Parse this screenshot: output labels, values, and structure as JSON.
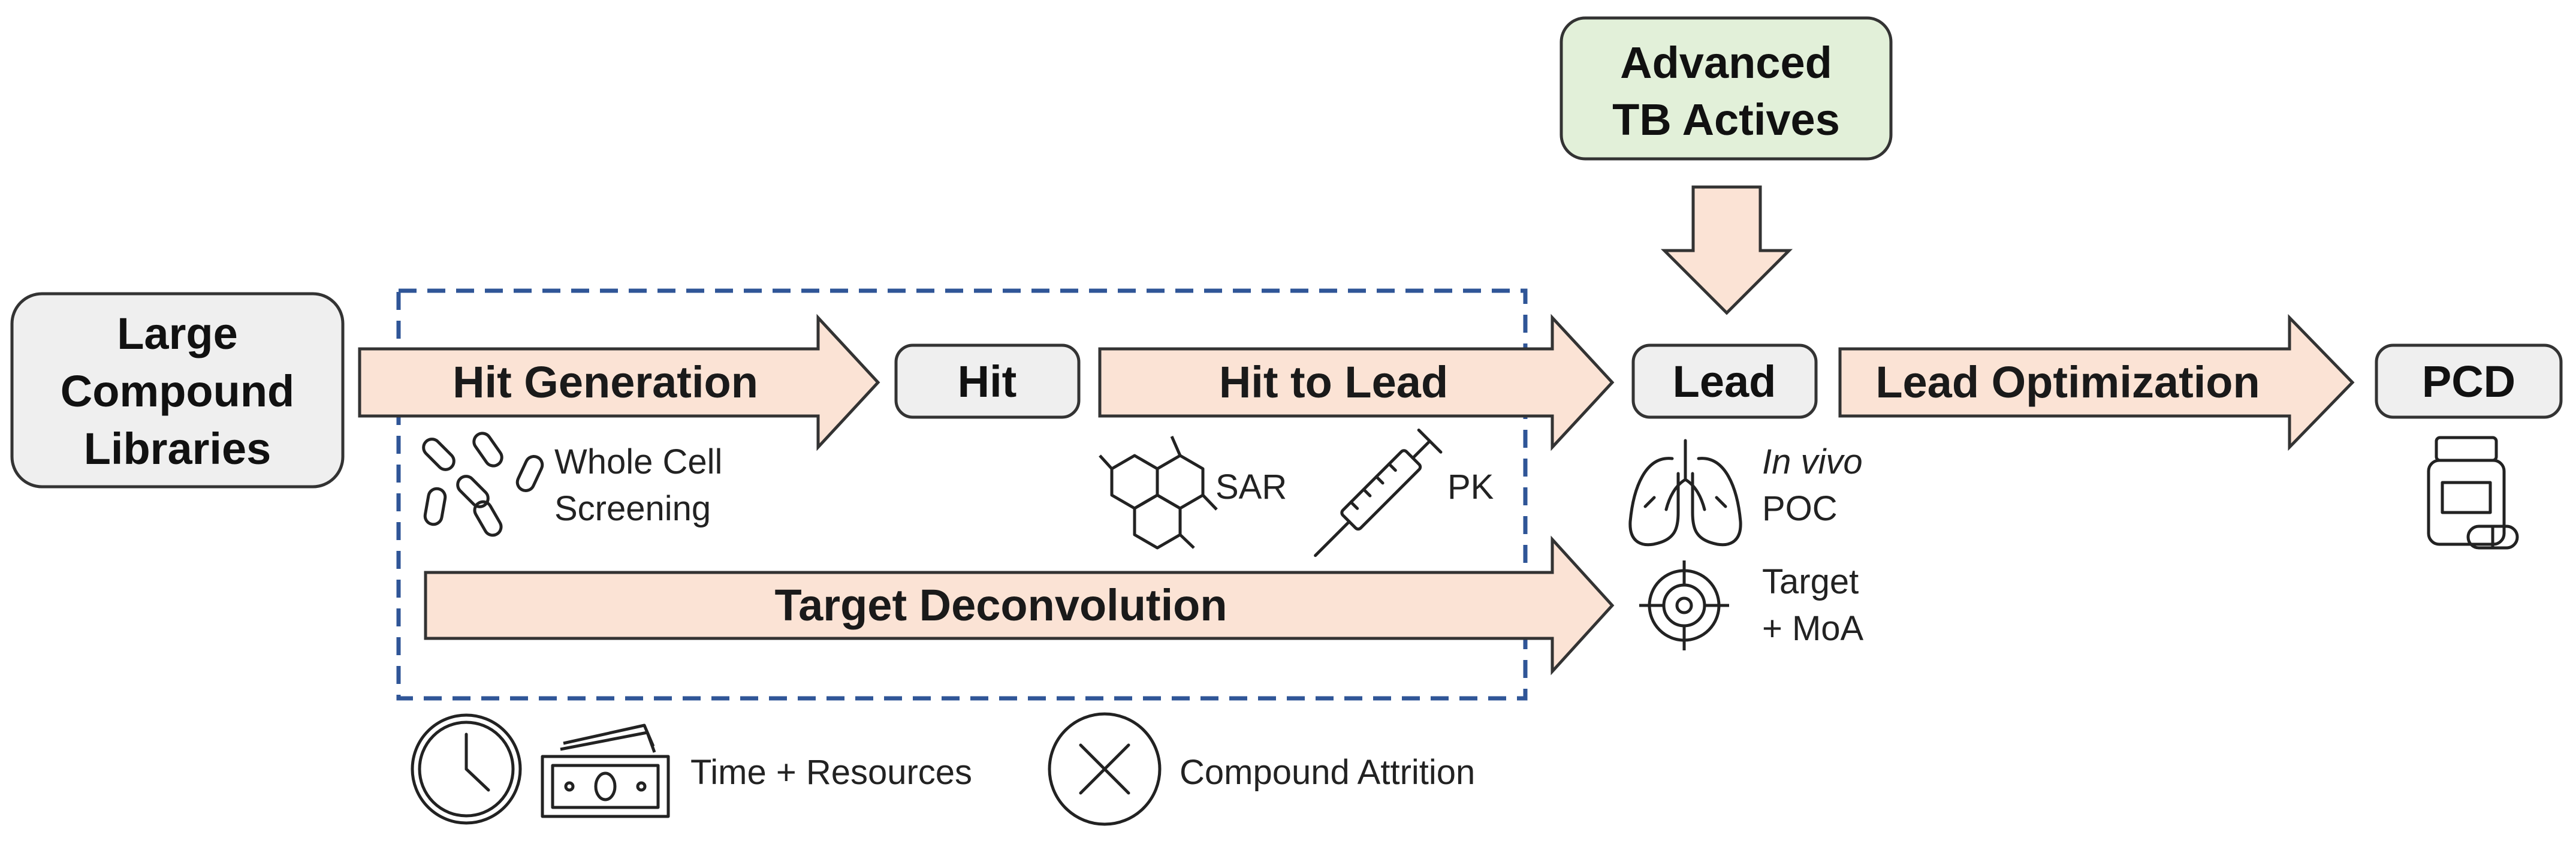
{
  "boxes": {
    "libraries": [
      "Large",
      "Compound",
      "Libraries"
    ],
    "hit": "Hit",
    "lead": "Lead",
    "pcd": "PCD",
    "advanced": [
      "Advanced",
      "TB Actives"
    ]
  },
  "arrows": {
    "hit_generation": "Hit Generation",
    "hit_to_lead": "Hit to Lead",
    "lead_optimization": "Lead Optimization",
    "target_deconvolution": "Target Deconvolution"
  },
  "annotations": {
    "whole_cell": [
      "Whole Cell",
      "Screening"
    ],
    "sar": "SAR",
    "pk": "PK",
    "in_vivo": "In vivo",
    "poc": "POC",
    "target": "Target",
    "moa": "+ MoA"
  },
  "legend": {
    "time_resources": "Time + Resources",
    "compound_attrition": "Compound Attrition"
  },
  "colors": {
    "arrow_fill": "#fbe3d5",
    "box_fill": "#efefef",
    "advanced_fill": "#e2f0d9",
    "dashed_border": "#2f5597"
  }
}
